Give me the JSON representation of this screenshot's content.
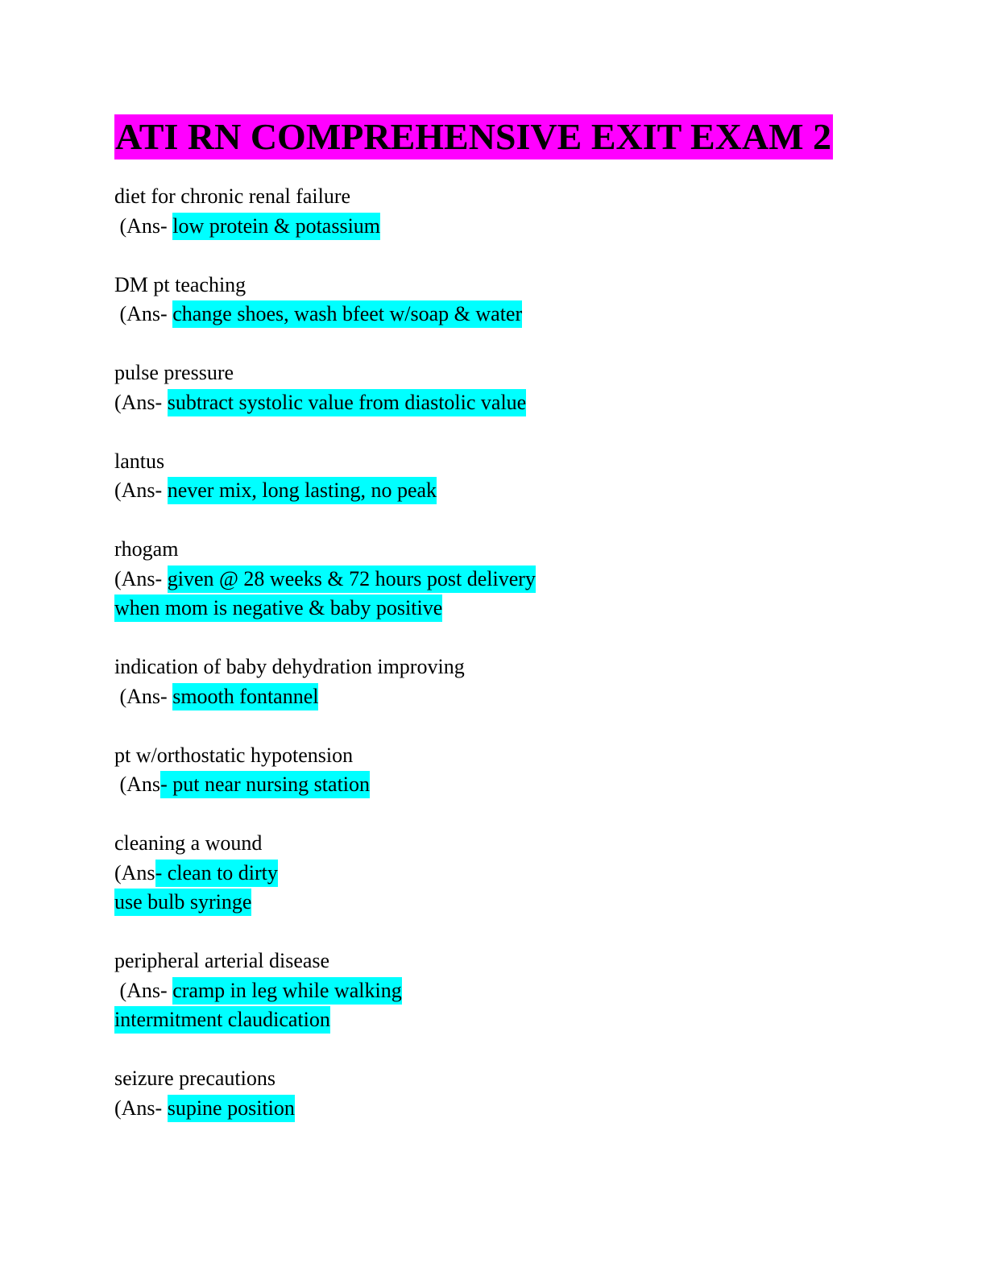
{
  "colors": {
    "title_highlight": "#ff00ff",
    "answer_highlight": "#00ffff"
  },
  "title": "ATI RN COMPREHENSIVE EXIT EXAM 2",
  "entries": [
    {
      "question": "diet for chronic renal failure",
      "answer_prefix": " (Ans- ",
      "answer_lines": [
        "low protein & potassium"
      ]
    },
    {
      "question": "DM pt teaching",
      "answer_prefix": " (Ans- ",
      "answer_lines": [
        "change shoes, wash bfeet w/soap & water"
      ]
    },
    {
      "question": "pulse pressure",
      "answer_prefix": "(Ans- ",
      "answer_lines": [
        "subtract systolic value from diastolic value"
      ]
    },
    {
      "question": "lantus",
      "answer_prefix": "(Ans- ",
      "answer_lines": [
        "never mix, long lasting, no peak"
      ]
    },
    {
      "question": "rhogam",
      "answer_prefix": "(Ans- ",
      "answer_lines": [
        "given @ 28 weeks & 72 hours post delivery",
        "when mom is negative & baby positive"
      ]
    },
    {
      "question": "indication of baby dehydration improving",
      "answer_prefix": " (Ans- ",
      "answer_lines": [
        "smooth fontannel"
      ]
    },
    {
      "question": "pt w/orthostatic hypotension",
      "answer_prefix": " (Ans",
      "answer_lines": [
        "- put near nursing station"
      ]
    },
    {
      "question": "cleaning a wound",
      "answer_prefix": "(Ans",
      "answer_lines": [
        "- clean to dirty",
        "use bulb syringe"
      ]
    },
    {
      "question": "peripheral arterial disease",
      "answer_prefix": " (Ans- ",
      "answer_lines": [
        "cramp in leg while walking",
        "intermitment claudication"
      ]
    },
    {
      "question": "seizure precautions",
      "answer_prefix": "(Ans- ",
      "answer_lines": [
        "supine position"
      ]
    }
  ]
}
